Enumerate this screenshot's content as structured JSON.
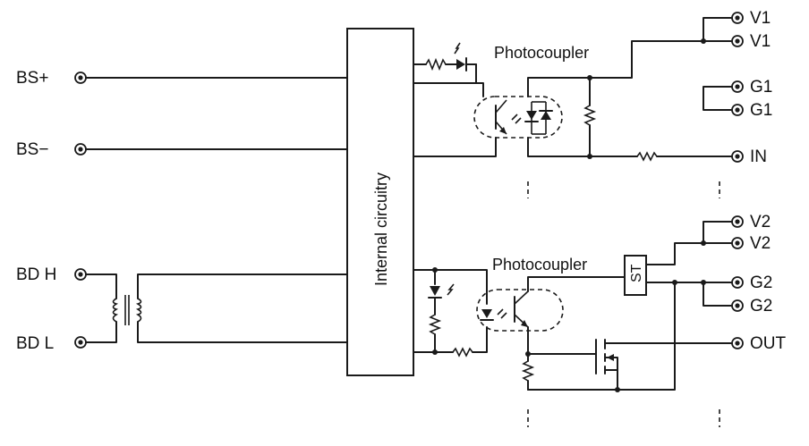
{
  "left_terminals": [
    "BS+",
    "BS−",
    "BD H",
    "BD L"
  ],
  "right_terminals_top": [
    "V1",
    "V1",
    "G1",
    "G1",
    "IN"
  ],
  "right_terminals_bottom": [
    "V2",
    "V2",
    "G2",
    "G2",
    "OUT"
  ],
  "block_label": "Internal circuitry",
  "photocoupler_top": "Photocoupler",
  "photocoupler_bottom": "Photocoupler",
  "st_label": "ST"
}
